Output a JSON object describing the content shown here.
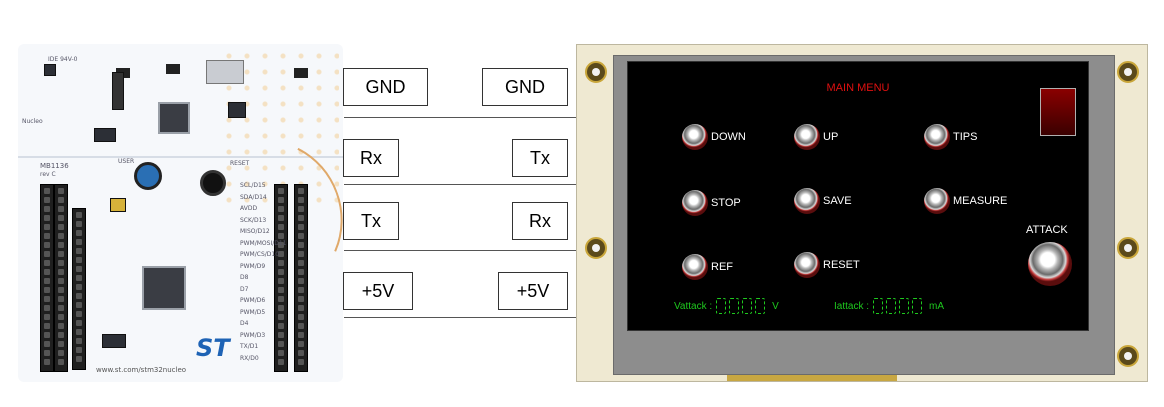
{
  "connections": [
    {
      "left": "GND",
      "right": "GND"
    },
    {
      "left": "Rx",
      "right": "Tx"
    },
    {
      "left": "Tx",
      "right": "Rx"
    },
    {
      "left": "+5V",
      "right": "+5V"
    }
  ],
  "board": {
    "silk_top": "IDE 94V-0",
    "silk_mb": "MB1136",
    "silk_rev": "rev C",
    "silk_nucleo": "Nucleo",
    "silk_reset": "RESET",
    "silk_user": "USER",
    "silk_pins": [
      "SCL/D15",
      "SDA/D14",
      "AVDD",
      "SCK/D13",
      "MISO/D12",
      "PWM/MOSI/D11",
      "PWM/CS/D10",
      "PWM/D9",
      "D8",
      "D7",
      "PWM/D6",
      "PWM/D5",
      "D4",
      "PWM/D3",
      "TX/D1",
      "RX/D0"
    ],
    "url": "www.st.com/stm32nucleo",
    "logo": "ST"
  },
  "display": {
    "menu_title": "MAIN MENU",
    "buttons": [
      {
        "label": "DOWN"
      },
      {
        "label": "UP"
      },
      {
        "label": "TIPS"
      },
      {
        "label": "STOP"
      },
      {
        "label": "SAVE"
      },
      {
        "label": "MEASURE"
      },
      {
        "label": "REF"
      },
      {
        "label": "RESET"
      }
    ],
    "attack_label": "ATTACK",
    "vattack_label": "Vattack :",
    "vattack_unit": "V",
    "iattack_label": "Iattack :",
    "iattack_unit": "mA",
    "colors": {
      "title": "#e01010",
      "readout": "#1ec91e",
      "screen": "#000000"
    }
  }
}
